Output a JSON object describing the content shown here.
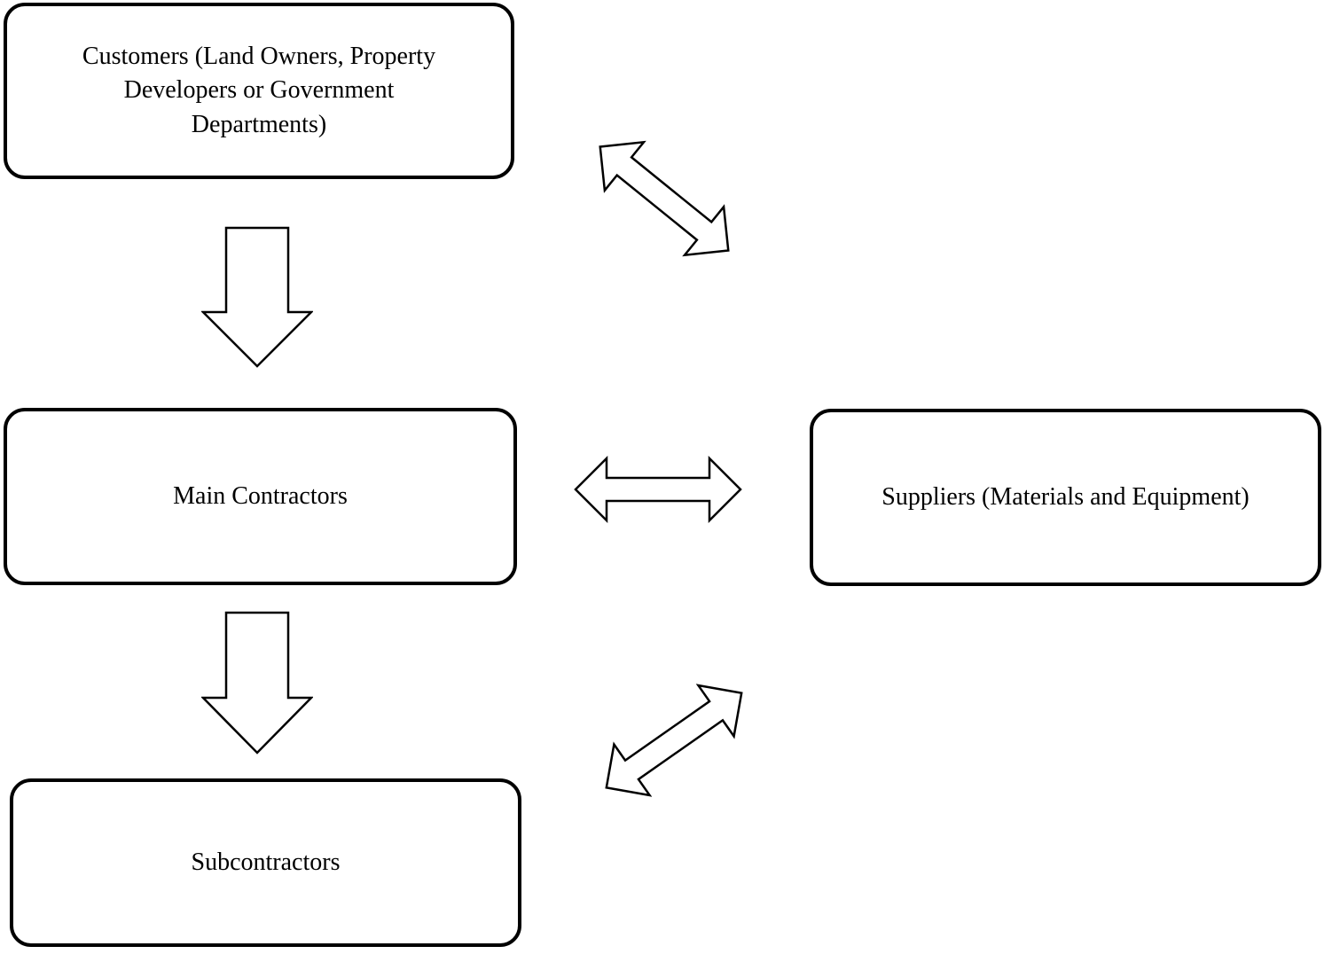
{
  "diagram": {
    "colors": {
      "background": "#ffffff",
      "node_fill": "#ffffff",
      "stroke": "#000000",
      "text": "#000000"
    },
    "nodes": [
      {
        "id": "customers",
        "label": "Customers (Land Owners, Property Developers or Government Departments)"
      },
      {
        "id": "main-contractors",
        "label": "Main Contractors"
      },
      {
        "id": "subcontractors",
        "label": "Subcontractors"
      },
      {
        "id": "suppliers",
        "label": "Suppliers (Materials and Equipment)"
      }
    ],
    "connections": [
      {
        "from": "customers",
        "to": "main-contractors",
        "style": "block-arrow",
        "direction": "down"
      },
      {
        "from": "main-contractors",
        "to": "subcontractors",
        "style": "block-arrow",
        "direction": "down"
      },
      {
        "from": "customers",
        "to": "suppliers",
        "style": "double-headed-arrow",
        "direction": "diagonal"
      },
      {
        "from": "main-contractors",
        "to": "suppliers",
        "style": "double-headed-arrow",
        "direction": "horizontal"
      },
      {
        "from": "subcontractors",
        "to": "suppliers",
        "style": "double-headed-arrow",
        "direction": "diagonal"
      }
    ]
  }
}
